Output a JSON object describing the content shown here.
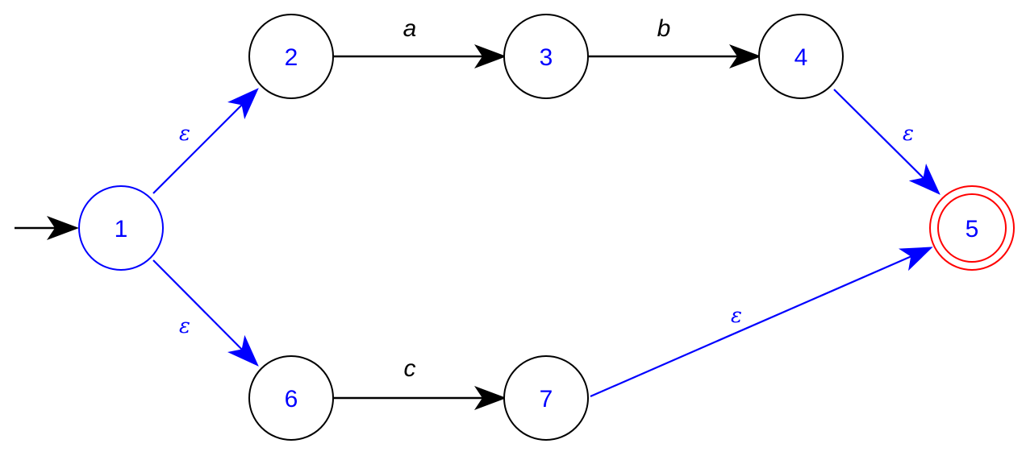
{
  "colors": {
    "black": "#000000",
    "blue": "#0000ff",
    "red": "#ff0000"
  },
  "states": [
    {
      "id": "1",
      "label": "1",
      "start": true,
      "accepting": false
    },
    {
      "id": "2",
      "label": "2",
      "start": false,
      "accepting": false
    },
    {
      "id": "3",
      "label": "3",
      "start": false,
      "accepting": false
    },
    {
      "id": "4",
      "label": "4",
      "start": false,
      "accepting": false
    },
    {
      "id": "5",
      "label": "5",
      "start": false,
      "accepting": true
    },
    {
      "id": "6",
      "label": "6",
      "start": false,
      "accepting": false
    },
    {
      "id": "7",
      "label": "7",
      "start": false,
      "accepting": false
    }
  ],
  "transitions": [
    {
      "from": "1",
      "to": "2",
      "label": "ε",
      "epsilon": true
    },
    {
      "from": "1",
      "to": "6",
      "label": "ε",
      "epsilon": true
    },
    {
      "from": "2",
      "to": "3",
      "label": "a",
      "epsilon": false
    },
    {
      "from": "3",
      "to": "4",
      "label": "b",
      "epsilon": false
    },
    {
      "from": "4",
      "to": "5",
      "label": "ε",
      "epsilon": true
    },
    {
      "from": "6",
      "to": "7",
      "label": "c",
      "epsilon": false
    },
    {
      "from": "7",
      "to": "5",
      "label": "ε",
      "epsilon": true
    }
  ]
}
